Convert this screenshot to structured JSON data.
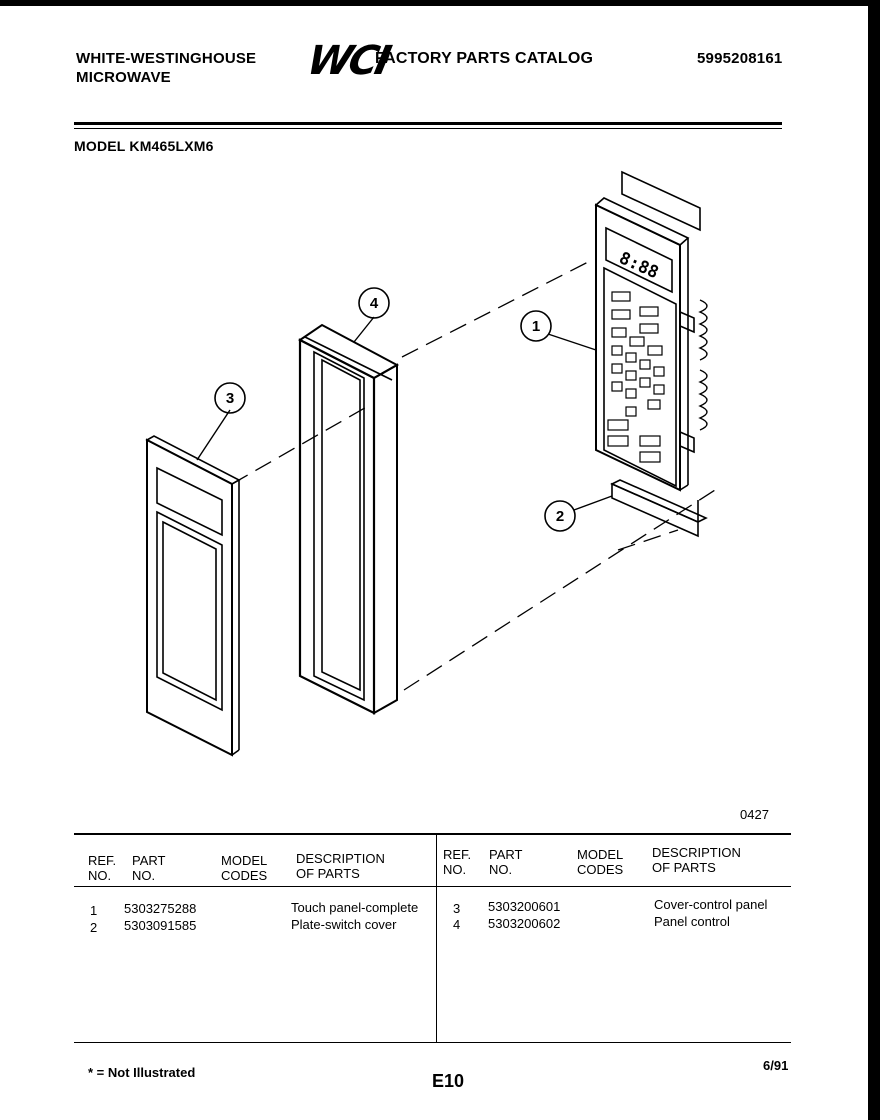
{
  "header": {
    "brand_line1": "WHITE-WESTINGHOUSE",
    "brand_line2": "MICROWAVE",
    "logo_text": "WCI",
    "catalog_title": "FACTORY PARTS CATALOG",
    "catalog_number": "5995208161",
    "model_label": "MODEL KM465LXM6"
  },
  "diagram": {
    "callouts": [
      "1",
      "2",
      "3",
      "4"
    ],
    "display_readout": "8:88",
    "drawing_code": "0427"
  },
  "parts_table": {
    "headers": {
      "ref_no": "REF. NO.",
      "part_no": "PART NO.",
      "model_codes": "MODEL CODES",
      "description": "DESCRIPTION OF PARTS"
    },
    "left_rows": [
      {
        "ref": "1",
        "part": "5303275288",
        "codes": "",
        "desc": "Touch panel-complete"
      },
      {
        "ref": "2",
        "part": "5303091585",
        "codes": "",
        "desc": "Plate-switch cover"
      }
    ],
    "right_rows": [
      {
        "ref": "3",
        "part": "5303200601",
        "codes": "",
        "desc": "Cover-control panel"
      },
      {
        "ref": "4",
        "part": "5303200602",
        "codes": "",
        "desc": "Panel control"
      }
    ]
  },
  "footer": {
    "note": "* = Not Illustrated",
    "page": "E10",
    "date": "6/91"
  }
}
